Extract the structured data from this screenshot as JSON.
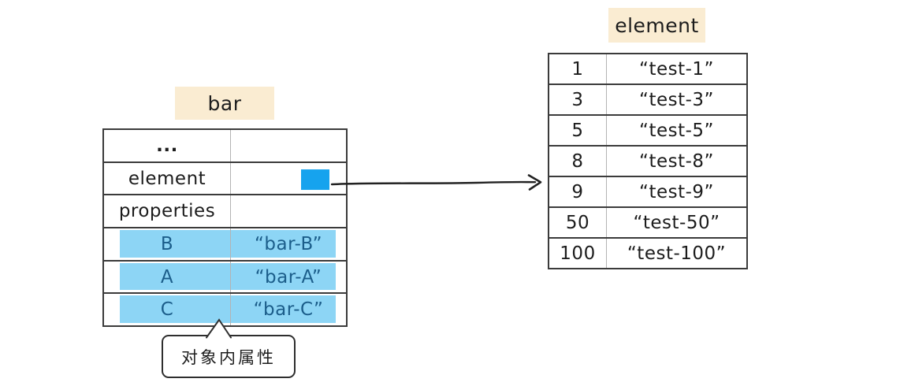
{
  "left_table": {
    "title": "bar",
    "rows": [
      {
        "key": "...",
        "value": ""
      },
      {
        "key": "element",
        "value": ""
      },
      {
        "key": "properties",
        "value": ""
      },
      {
        "key": "B",
        "value": "“bar-B”"
      },
      {
        "key": "A",
        "value": "“bar-A”"
      },
      {
        "key": "C",
        "value": "“bar-C”"
      }
    ]
  },
  "right_table": {
    "title": "element",
    "rows": [
      {
        "key": "1",
        "value": "“test-1”"
      },
      {
        "key": "3",
        "value": "“test-3”"
      },
      {
        "key": "5",
        "value": "“test-5”"
      },
      {
        "key": "8",
        "value": "“test-8”"
      },
      {
        "key": "9",
        "value": "“test-9”"
      },
      {
        "key": "50",
        "value": "“test-50”"
      },
      {
        "key": "100",
        "value": "“test-100”"
      }
    ]
  },
  "callout": {
    "text": "对象内属性"
  },
  "colors": {
    "label_bg": "#faecd2",
    "highlight": "#8dd5f5",
    "highlight_text": "#1b5d8a",
    "pointer_square": "#16a3ee",
    "stroke": "#2a2a2a"
  }
}
